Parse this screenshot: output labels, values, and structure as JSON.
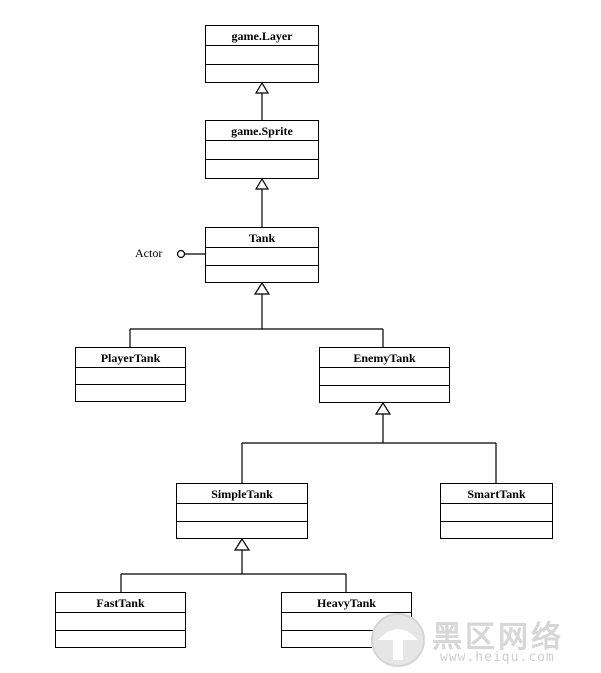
{
  "classes": {
    "game_layer": "game.Layer",
    "game_sprite": "game.Sprite",
    "tank": "Tank",
    "player_tank": "PlayerTank",
    "enemy_tank": "EnemyTank",
    "simple_tank": "SimpleTank",
    "smart_tank": "SmartTank",
    "fast_tank": "FastTank",
    "heavy_tank": "HeavyTank"
  },
  "interface_label": "Actor",
  "watermark": {
    "title": "黑区网络",
    "url": "www.heiqu.com"
  },
  "colors": {
    "line": "#000000",
    "background": "#ffffff",
    "watermark": "#cccccc"
  }
}
